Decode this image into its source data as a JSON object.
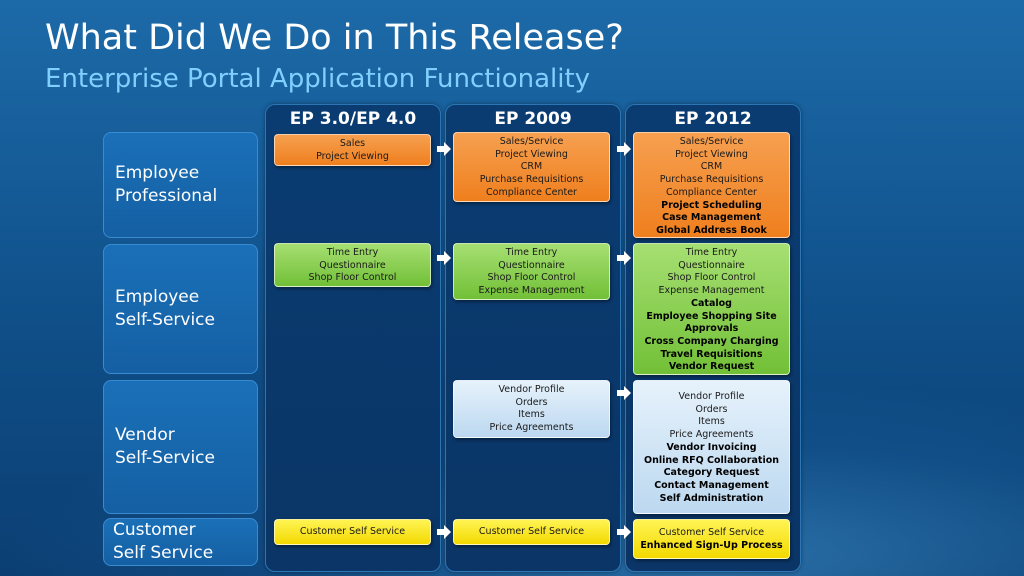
{
  "title": "What Did We Do in This Release?",
  "subtitle": "Enterprise Portal Application Functionality",
  "columns": [
    "EP 3.0/EP 4.0",
    "EP 2009",
    "EP 2012"
  ],
  "rows": [
    {
      "label_line1": "Employee",
      "label_line2": "Professional"
    },
    {
      "label_line1": "Employee",
      "label_line2": "Self-Service"
    },
    {
      "label_line1": "Vendor",
      "label_line2": "Self-Service"
    },
    {
      "label_line1": "Customer",
      "label_line2": "Self Service"
    }
  ],
  "cells": {
    "ep_professional": {
      "ep3": [
        "Sales",
        "Project Viewing"
      ],
      "ep2009": [
        "Sales/Service",
        "Project Viewing",
        "CRM",
        "Purchase Requisitions",
        "Compliance Center"
      ],
      "ep2012": [
        "Sales/Service",
        "Project Viewing",
        "CRM",
        "Purchase Requisitions",
        "Compliance Center"
      ],
      "ep2012_new": [
        "Project Scheduling",
        "Case Management",
        "Global Address Book"
      ]
    },
    "ep_self_service": {
      "ep3": [
        "Time Entry",
        "Questionnaire",
        "Shop Floor Control"
      ],
      "ep2009": [
        "Time Entry",
        "Questionnaire",
        "Shop Floor Control",
        "Expense Management"
      ],
      "ep2012": [
        "Time Entry",
        "Questionnaire",
        "Shop Floor Control",
        "Expense Management"
      ],
      "ep2012_new": [
        "Catalog",
        "Employee Shopping Site",
        "Approvals",
        "Cross Company Charging",
        "Travel Requisitions",
        "Vendor Request"
      ]
    },
    "vendor_self_service": {
      "ep2009": [
        "Vendor Profile",
        "Orders",
        "Items",
        "Price Agreements"
      ],
      "ep2012": [
        "Vendor Profile",
        "Orders",
        "Items",
        "Price Agreements"
      ],
      "ep2012_new": [
        "Vendor Invoicing",
        "Online RFQ Collaboration",
        "Category Request",
        "Contact Management",
        "Self Administration"
      ]
    },
    "customer_self_service": {
      "ep3": [
        "Customer Self Service"
      ],
      "ep2009": [
        "Customer Self Service"
      ],
      "ep2012": [
        "Customer Self Service"
      ],
      "ep2012_new": [
        "Enhanced Sign-Up Process"
      ]
    }
  },
  "colors": {
    "orange": "#ef7f1e",
    "green": "#72c037",
    "light_blue": "#bcd8f0",
    "yellow": "#f3d900",
    "background": "#155c98",
    "subtitle": "#7fd0ff"
  }
}
